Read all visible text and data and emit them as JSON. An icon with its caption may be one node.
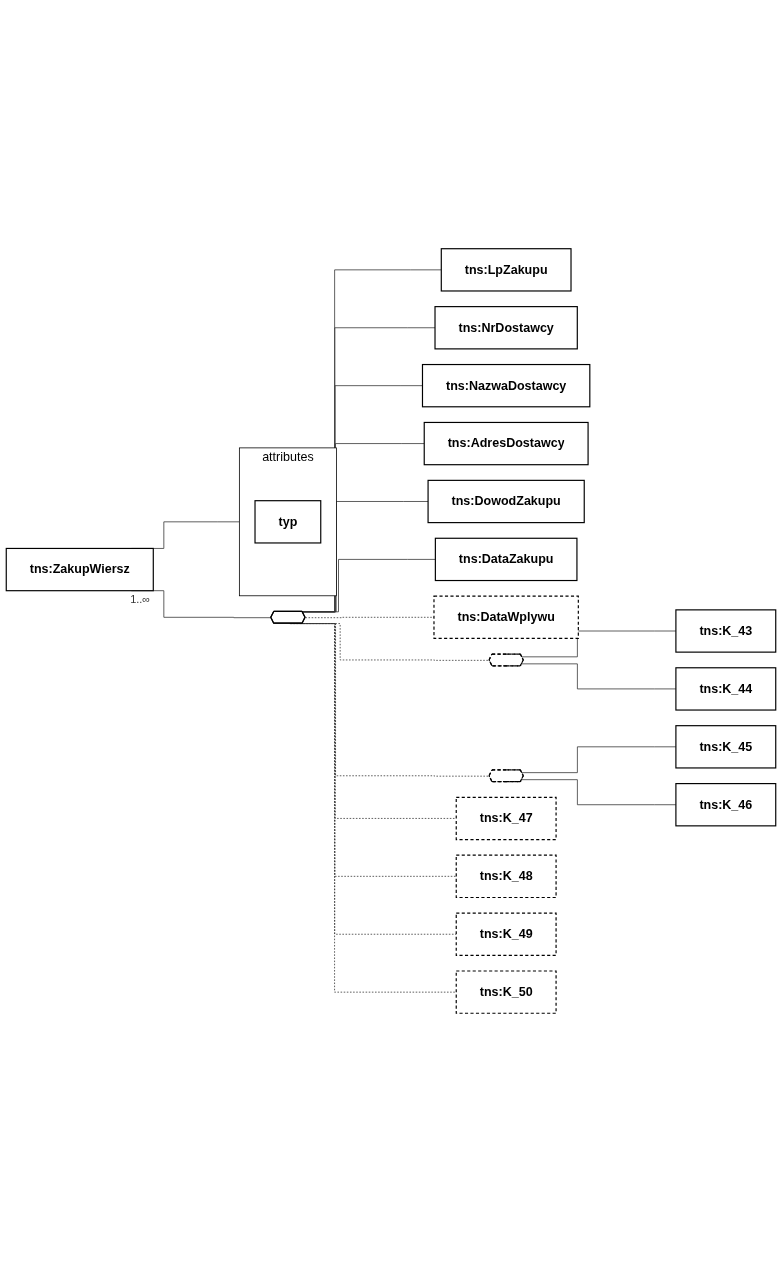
{
  "diagram": {
    "nodes": [
      {
        "text": [
          "tns:ZakupWiersz"
        ],
        "beside": [
          "1..∞"
        ]
      },
      {
        "text": [
          "attributes"
        ]
      },
      {
        "text": [
          "typ"
        ],
        "in": 1
      },
      {
        "text": [],
        "shape": "octagon"
      },
      {
        "text": [
          "tns:LpZakupu"
        ]
      },
      {
        "text": [
          "tns:NrDostawcy"
        ]
      },
      {
        "text": [
          "tns:NazwaDostawcy"
        ]
      },
      {
        "text": [
          "tns:AdresDostawcy"
        ]
      },
      {
        "text": [
          "tns:DowodZakupu"
        ]
      },
      {
        "text": [
          "tns:DataZakupu"
        ]
      },
      {
        "text": [
          "tns:DataWplywu"
        ]
      },
      {
        "text": [],
        "shape": "octagon"
      },
      {
        "text": [
          "tns:K_43"
        ]
      },
      {
        "text": [
          "tns:K_44"
        ]
      },
      {
        "text": [],
        "shape": "octagon"
      },
      {
        "text": [
          "tns:K_45"
        ]
      },
      {
        "text": [
          "tns:K_46"
        ]
      },
      {
        "text": [
          "tns:K_47"
        ]
      },
      {
        "text": [
          "tns:K_48"
        ]
      },
      {
        "text": [
          "tns:K_49"
        ]
      },
      {
        "text": [
          "tns:K_50"
        ]
      }
    ],
    "edges": [
      {
        "from": 0,
        "to": 1,
        "arrow": "none"
      },
      {
        "from": 0,
        "to": 3,
        "arrow": "none"
      },
      {
        "from": 3,
        "to": 4,
        "arrow": "none"
      },
      {
        "from": 3,
        "to": 5,
        "arrow": "none"
      },
      {
        "from": 3,
        "to": 6,
        "arrow": "none"
      },
      {
        "from": 3,
        "to": 7,
        "arrow": "none"
      },
      {
        "from": 3,
        "to": 8,
        "arrow": "none"
      },
      {
        "from": 3,
        "to": 9,
        "arrow": "none"
      },
      {
        "from": 3,
        "to": 10,
        "arrow": "none",
        "style": "dashed"
      },
      {
        "from": 3,
        "to": 11,
        "arrow": "none",
        "style": "dashed"
      },
      {
        "from": 11,
        "to": 12,
        "arrow": "none"
      },
      {
        "from": 11,
        "to": 13,
        "arrow": "none"
      },
      {
        "from": 3,
        "to": 14,
        "arrow": "none",
        "style": "dashed"
      },
      {
        "from": 14,
        "to": 15,
        "arrow": "none"
      },
      {
        "from": 14,
        "to": 16,
        "arrow": "none"
      },
      {
        "from": 3,
        "to": 17,
        "arrow": "none",
        "style": "dashed"
      },
      {
        "from": 3,
        "to": 18,
        "arrow": "none",
        "style": "dashed"
      },
      {
        "from": 3,
        "to": 19,
        "arrow": "none",
        "style": "dashed"
      },
      {
        "from": 3,
        "to": 20,
        "arrow": "none",
        "style": "dashed"
      }
    ]
  }
}
